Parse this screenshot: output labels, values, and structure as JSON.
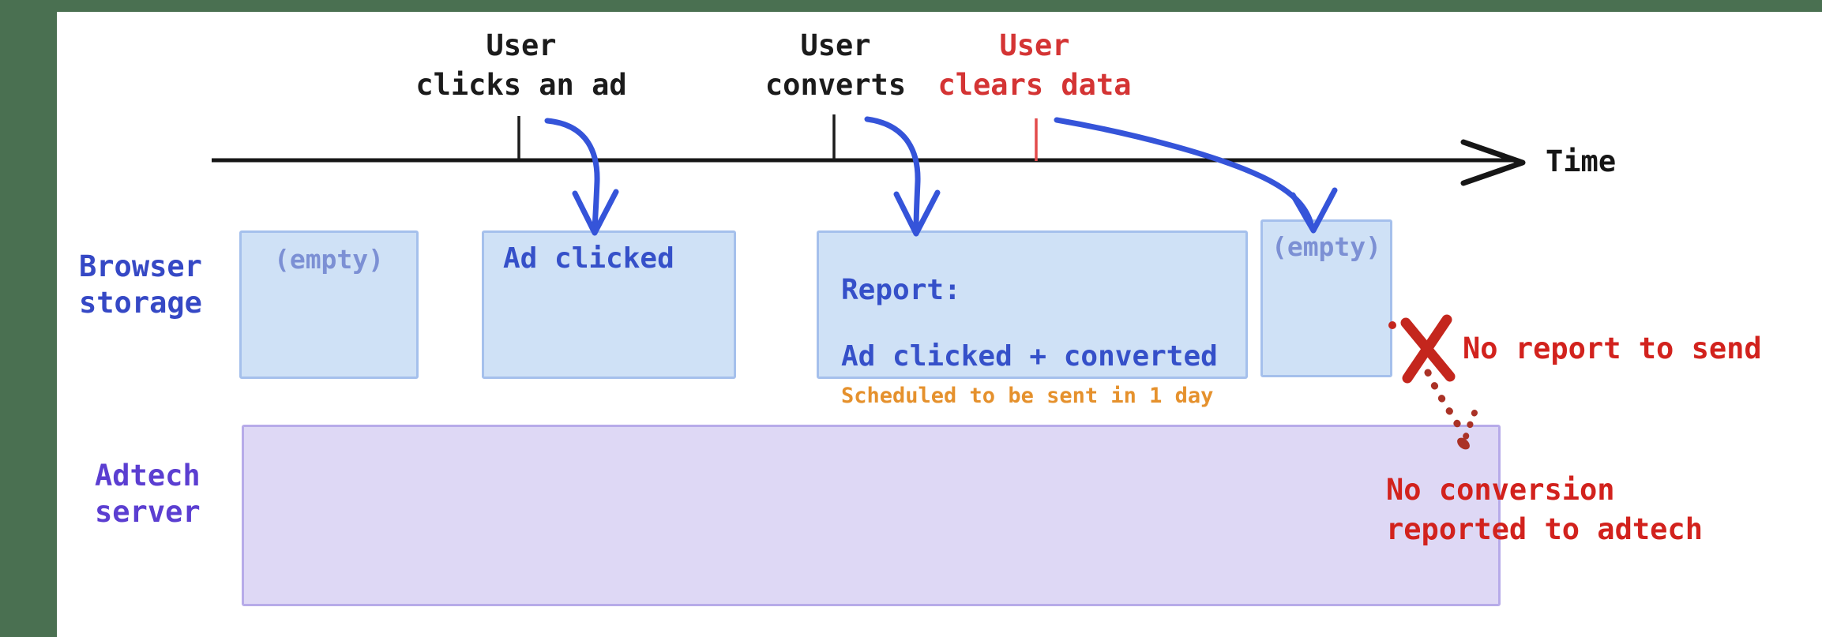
{
  "timeline": {
    "label": "Time"
  },
  "events": [
    {
      "id": "clicks-ad",
      "label": "User\nclicks an ad",
      "emphasis": "normal"
    },
    {
      "id": "converts",
      "label": "User\nconverts",
      "emphasis": "normal"
    },
    {
      "id": "clears-data",
      "label": "User\nclears data",
      "emphasis": "alert"
    }
  ],
  "rows": [
    {
      "id": "browser-storage",
      "label": "Browser\nstorage"
    },
    {
      "id": "adtech-server",
      "label": "Adtech\nserver"
    }
  ],
  "storage_boxes": {
    "empty_left": {
      "label": "(empty)"
    },
    "ad_clicked": {
      "label": "Ad clicked"
    },
    "report": {
      "title": "Report:",
      "detail": "Ad clicked + converted",
      "note": "Scheduled to be sent in 1 day"
    },
    "empty_right": {
      "label": "(empty)"
    }
  },
  "annotations": {
    "no_report": "No report to send",
    "no_conversion": "No conversion\nreported to adtech"
  },
  "icons": [
    "timeline-arrow-icon",
    "flow-arrow-click-icon",
    "flow-arrow-convert-icon",
    "flow-arrow-clear-icon",
    "x-mark-icon",
    "dotted-arrow-icon"
  ],
  "colors": {
    "frame_green": "#4a7051",
    "storage_fill": "#cfe1f6",
    "storage_border": "#a5c0ec",
    "storage_text_blue": "#3550c9",
    "muted_empty_text": "#7c90d4",
    "server_fill": "#ded8f5",
    "server_border": "#b7abe9",
    "browser_label_blue": "#3548c5",
    "adtech_label_purple": "#5b3ed1",
    "arrow_blue": "#3554d9",
    "alert_red": "#d2221d",
    "event_red": "#d43434",
    "tick_red": "#e24b4b",
    "note_orange": "#e5912d",
    "timeline_black": "#161616"
  }
}
